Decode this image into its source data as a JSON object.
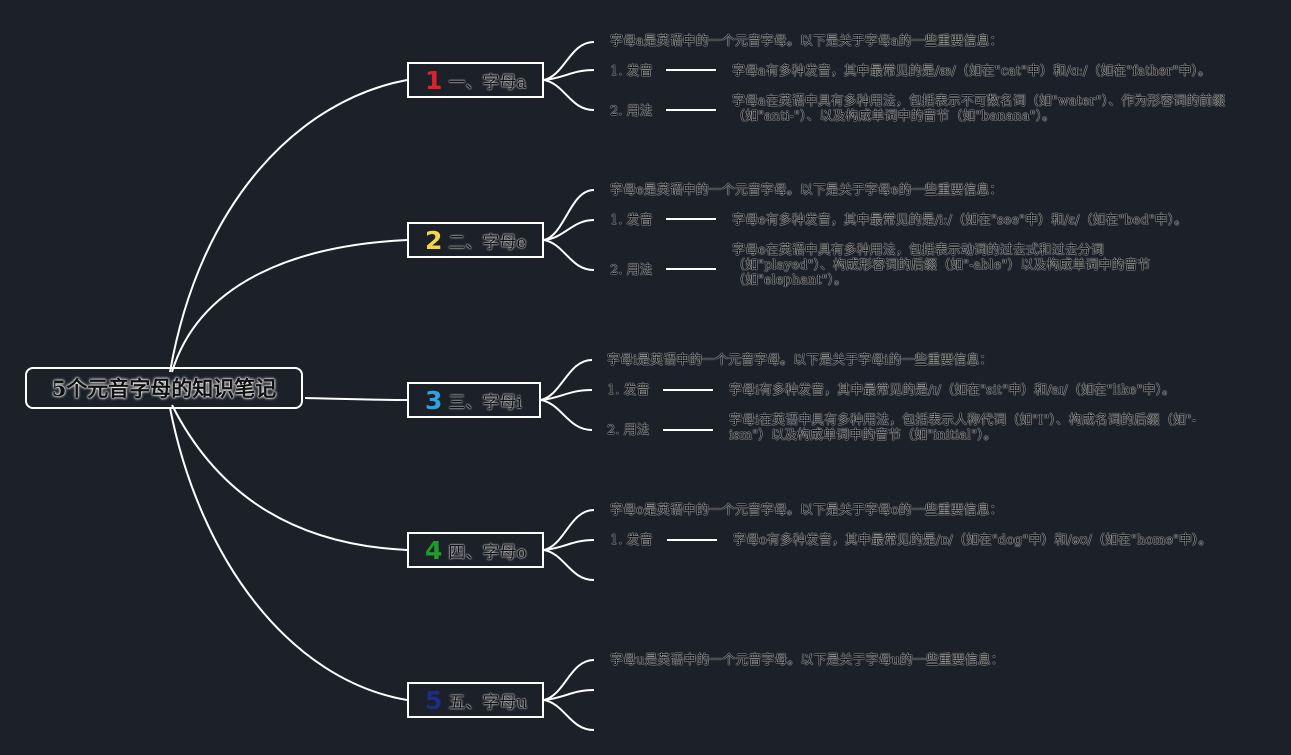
{
  "root": {
    "title": "5个元音字母的知识笔记"
  },
  "colors": {
    "background": "#1c2029",
    "line": "#ffffff",
    "num1": "#e0202a",
    "num2": "#f3d648",
    "num3": "#2fa3e0",
    "num4": "#1f9b2a",
    "num5": "#1c2e84"
  },
  "topics": [
    {
      "number": "1",
      "label": "一、字母a",
      "intro": "字母a是英语中的一个元音字母。以下是关于字母a的一些重要信息：",
      "subs": [
        {
          "label": "1. 发音",
          "detail": "字母a有多种发音，其中最常见的是/æ/（如在\"cat\"中）和/ɑː/（如在\"father\"中）。"
        },
        {
          "label": "2. 用法",
          "detail": "字母a在英语中具有多种用法，包括表示不可数名词（如\"water\"）、作为形容词的前缀（如\"anti-\"）、以及构成单词中的音节（如\"banana\"）。"
        }
      ]
    },
    {
      "number": "2",
      "label": "二、字母e",
      "intro": "字母e是英语中的一个元音字母。以下是关于字母e的一些重要信息：",
      "subs": [
        {
          "label": "1. 发音",
          "detail": "字母e有多种发音，其中最常见的是/iː/（如在\"see\"中）和/ɛ/（如在\"bed\"中）。"
        },
        {
          "label": "2. 用法",
          "detail": "字母e在英语中具有多种用法，包括表示动词的过去式和过去分词（如\"played\"）、构成形容词的后缀（如\"-able\"）以及构成单词中的音节（如\"elephant\"）。"
        }
      ]
    },
    {
      "number": "3",
      "label": "三、字母i",
      "intro": "字母i是英语中的一个元音字母。以下是关于字母i的一些重要信息：",
      "subs": [
        {
          "label": "1. 发音",
          "detail": "字母i有多种发音，其中最常见的是/ɪ/（如在\"sit\"中）和/aɪ/（如在\"like\"中）。"
        },
        {
          "label": "2. 用法",
          "detail": "字母i在英语中具有多种用法，包括表示人称代词（如\"I\"）、构成名词的后缀（如\"-ism\"）以及构成单词中的音节（如\"initial\"）。"
        }
      ]
    },
    {
      "number": "4",
      "label": "四、字母o",
      "intro": "字母o是英语中的一个元音字母。以下是关于字母o的一些重要信息：",
      "subs": [
        {
          "label": "1. 发音",
          "detail": "字母o有多种发音，其中最常见的是/ɒ/（如在\"dog\"中）和/əʊ/（如在\"home\"中）。"
        }
      ]
    },
    {
      "number": "5",
      "label": "五、字母u",
      "intro": "字母u是英语中的一个元音字母。以下是关于字母u的一些重要信息：",
      "subs": []
    }
  ]
}
